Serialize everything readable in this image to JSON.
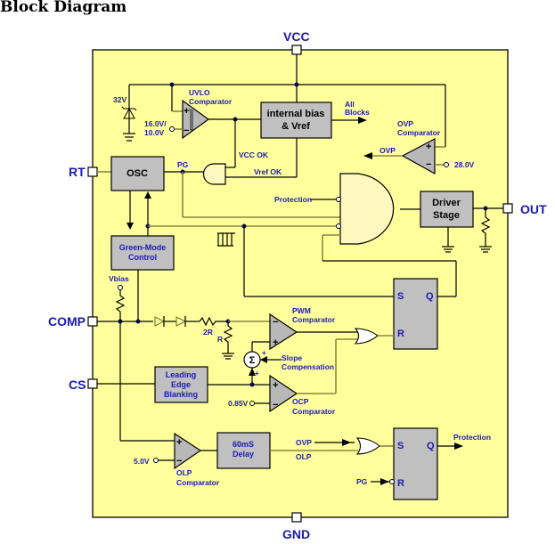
{
  "title": "Block Diagram",
  "colors": {
    "chip_fill": "#ffff9c",
    "label_blue": "#1a1ab4",
    "block_gray": "#c0c0c0"
  },
  "pins": {
    "vcc": "VCC",
    "gnd": "GND",
    "rt": "RT",
    "comp": "COMP",
    "cs": "CS",
    "out": "OUT"
  },
  "blocks": {
    "osc": "OSC",
    "bias_line1": "internal bias",
    "bias_line2": "& Vref",
    "driver_line1": "Driver",
    "driver_line2": "Stage",
    "green_line1": "Green-Mode",
    "green_line2": "Control",
    "leb_line1": "Leading",
    "leb_line2": "Edge",
    "leb_line3": "Blanking",
    "delay_line1": "60mS",
    "delay_line2": "Delay"
  },
  "latches": {
    "pwm": {
      "s": "S",
      "q": "Q",
      "r": "R"
    },
    "prot": {
      "s": "S",
      "q": "Q",
      "r": "R"
    }
  },
  "labels": {
    "zener": "32V",
    "uvlo_1": "UVLO",
    "uvlo_2": "Comparator",
    "uvlo_ref1": "16.0V/",
    "uvlo_ref2": "10.0V",
    "all_blocks_1": "All",
    "all_blocks_2": "Blocks",
    "ovp_comp_1": "OVP",
    "ovp_comp_2": "Comparator",
    "ovp_out": "OVP",
    "ovp_ref": "28.0V",
    "pg": "PG",
    "vcc_ok": "VCC OK",
    "vref_ok": "Vref OK",
    "protection_in": "Protection",
    "vbias": "Vbias",
    "r2": "2R",
    "r1": "R",
    "pwm_comp_1": "PWM",
    "pwm_comp_2": "Comparator",
    "slope_1": "Slope",
    "slope_2": "Compensation",
    "sigma": "Σ",
    "ocp_ref": "0.85V",
    "ocp_comp_1": "OCP",
    "ocp_comp_2": "Comparator",
    "olp_ref": "5.0V",
    "olp_comp_1": "OLP",
    "olp_comp_2": "Comparator",
    "ovp_in": "OVP",
    "olp_in": "OLP",
    "pg_in": "PG",
    "protection_out": "Protection",
    "plus": "+",
    "minus": "−"
  }
}
